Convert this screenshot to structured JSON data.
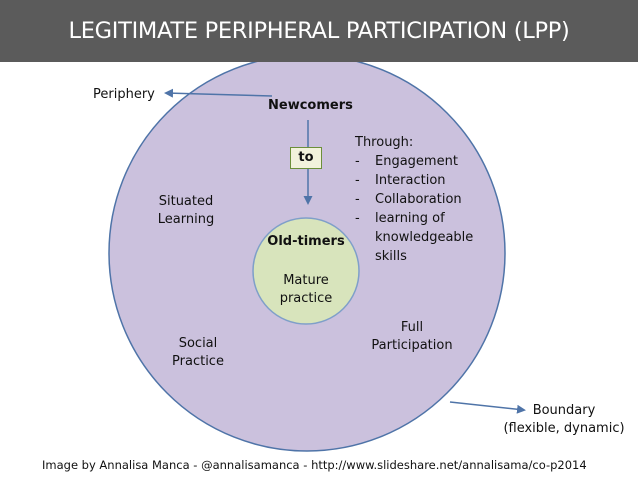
{
  "title": "LEGITIMATE PERIPHERAL PARTICIPATION (LPP)",
  "labels": {
    "periphery": "Periphery",
    "newcomers": "Newcomers",
    "to": "to",
    "old_timers": "Old-timers",
    "mature_line1": "Mature",
    "mature_line2": "practice",
    "situated_line1": "Situated",
    "situated_line2": "Learning",
    "social_line1": "Social",
    "social_line2": "Practice",
    "full_line1": "Full",
    "full_line2": "Participation",
    "boundary_line1": "Boundary",
    "boundary_line2": "(flexible, dynamic)"
  },
  "through": {
    "heading": "Through:",
    "items": [
      "Engagement",
      "Interaction",
      "Collaboration",
      "learning of",
      "knowledgeable",
      "skills"
    ],
    "dash": "-"
  },
  "credit": "Image by Annalisa Manca - @annalisamanca - http://www.slideshare.net/annalisama/co-p2014",
  "colors": {
    "title_bar": "#5b5b5b",
    "outer_circle_fill": "#cbc1dd",
    "outer_circle_stroke": "#4f74a8",
    "inner_circle_fill": "#d8e4bc",
    "inner_circle_stroke": "#7f9fc9",
    "arrow": "#4f74a8"
  }
}
